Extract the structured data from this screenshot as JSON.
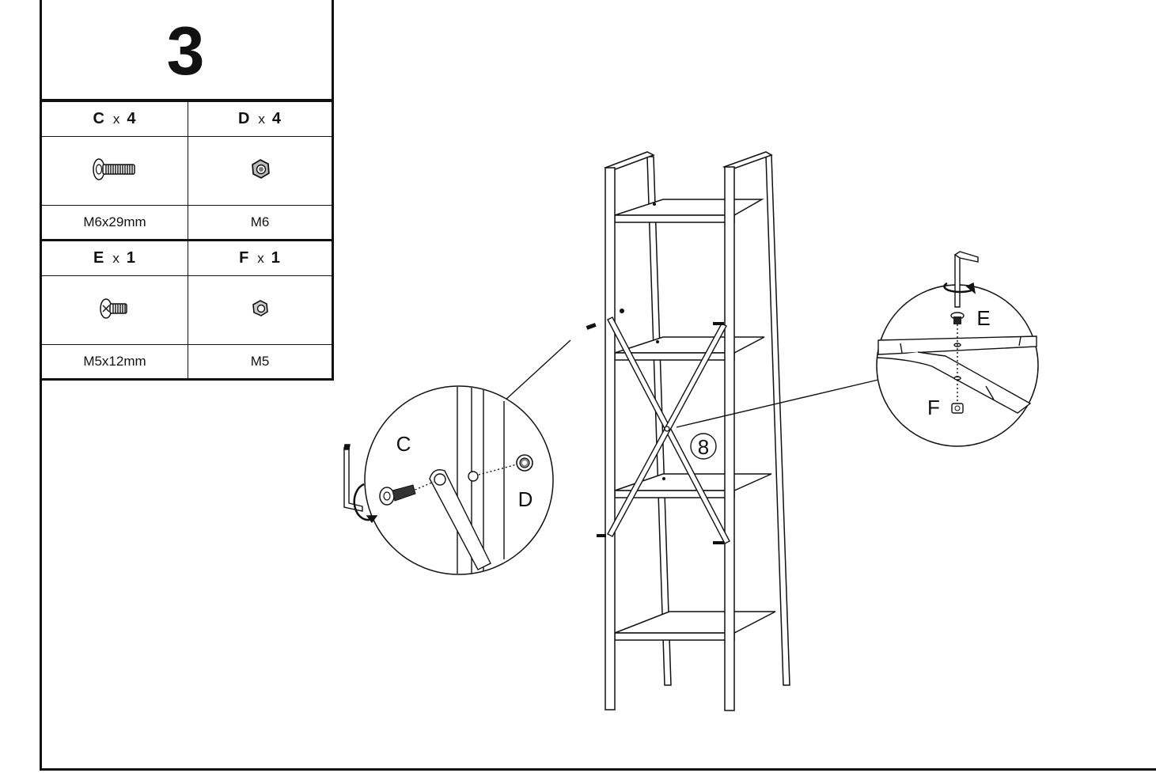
{
  "step": {
    "number": "3"
  },
  "parts": [
    {
      "letter": "C",
      "times": "x",
      "qty": "4",
      "spec": "M6x29mm",
      "icon": "bolt-long-icon"
    },
    {
      "letter": "D",
      "times": "x",
      "qty": "4",
      "spec": "M6",
      "icon": "hex-nut-icon"
    },
    {
      "letter": "E",
      "times": "x",
      "qty": "1",
      "spec": "M5x12mm",
      "icon": "bolt-short-icon"
    },
    {
      "letter": "F",
      "times": "x",
      "qty": "1",
      "spec": "M5",
      "icon": "small-nut-icon"
    }
  ],
  "callouts": {
    "left": {
      "bolt_label": "C",
      "nut_label": "D"
    },
    "right": {
      "bolt_label": "E",
      "nut_label": "F"
    },
    "part_number": "8"
  }
}
